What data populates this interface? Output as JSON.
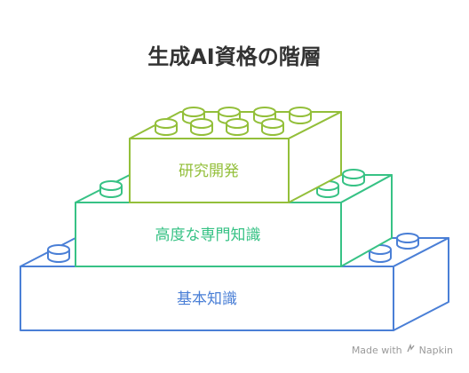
{
  "title": "生成AI資格の階層",
  "layers": {
    "top": {
      "label": "研究開発",
      "color": "#93bf3a"
    },
    "middle": {
      "label": "高度な専門知識",
      "color": "#37c285"
    },
    "bottom": {
      "label": "基本知識",
      "color": "#4a7fd6"
    }
  },
  "credit": {
    "made_with": "Made with",
    "brand": "Napkin",
    "logo_icon": "napkin-logo-icon"
  }
}
